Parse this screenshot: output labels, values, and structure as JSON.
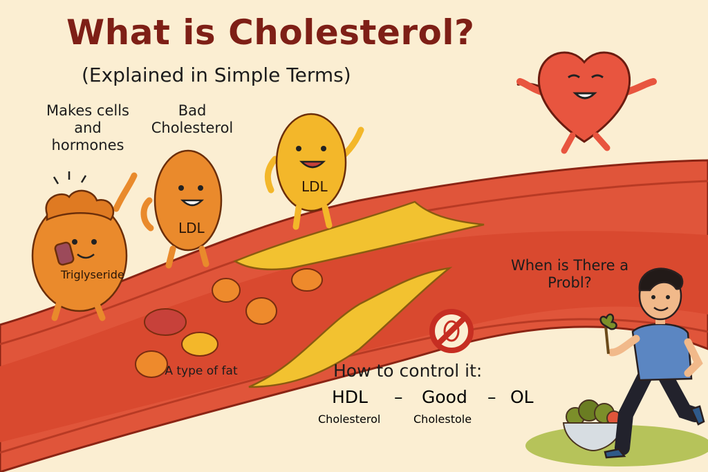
{
  "title": "What is Cholesterol?",
  "subtitle": "(Explained in Simple Terms)",
  "labels": {
    "makes": "Makes cells and hormones",
    "bad": "Bad Cholesterol",
    "when": "When is There a Probl?",
    "fat": "A type of fat",
    "control": "How to control it:"
  },
  "characters": {
    "triglyceride": "Triglyseride",
    "ldl_left": "LDL",
    "ldl_right": "LDL"
  },
  "hdl_row": {
    "hdl": "HDL",
    "dash1": "–",
    "good": "Good",
    "dash2": "–",
    "ol": "OL",
    "sub_left": "Cholesterol",
    "sub_mid": "Cholestole"
  },
  "colors": {
    "background": "#fbeed2",
    "title": "#7e1f16",
    "artery": "#e0553a",
    "plaque": "#f2c230",
    "heart": "#e8553f",
    "ldl_orange": "#ea8a2c",
    "ldl_yellow": "#f3b72a"
  },
  "icons": [
    "heart-character-icon",
    "no-sign-icon",
    "vegetable-bowl-icon",
    "running-man-icon"
  ]
}
